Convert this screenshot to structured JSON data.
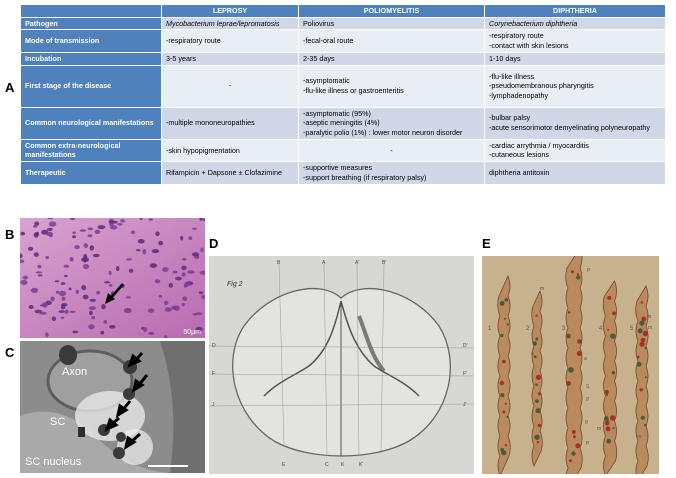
{
  "panel_letters": {
    "a": "A",
    "b": "B",
    "c": "C",
    "d": "D",
    "e": "E"
  },
  "table": {
    "headers": [
      "",
      "LEPROSY",
      "POLIOMYELITIS",
      "DIPHTHERIA"
    ],
    "rows": [
      {
        "label": "Pathogen",
        "cells": [
          [
            "Mycobacterium leprae/lepromatosis"
          ],
          [
            "Poliovirus"
          ],
          [
            "Corynebacterium diphtheria"
          ]
        ]
      },
      {
        "label": "Mode of transmission",
        "cells": [
          [
            "-respiratory route"
          ],
          [
            "-fecal-oral route"
          ],
          [
            "-respiratory route",
            "-contact with skin lesions"
          ]
        ]
      },
      {
        "label": "Incubation",
        "cells": [
          [
            "3-5 years"
          ],
          [
            "2-35 days"
          ],
          [
            "1-10 days"
          ]
        ]
      },
      {
        "label": "First stage of the disease",
        "cells": [
          [
            "-"
          ],
          [
            "-asymptomatic",
            "-flu-like illness or gastroenteritis"
          ],
          [
            "-flu-like illness",
            "-pseudomembranous pharyngitis",
            "-lymphadenopathy"
          ]
        ]
      },
      {
        "label": "Common neurological manifestations",
        "cells": [
          [
            "-multiple mononeuropathies"
          ],
          [
            "-asymptomatic (95%)",
            "-aseptic meningitis (4%)",
            "-paralytic polio (1%) : lower motor neuron disorder"
          ],
          [
            "-bulbar palsy",
            "-acute sensorimotor demyelinating polyneuropathy"
          ]
        ]
      },
      {
        "label": "Common extra-neurological manifestations",
        "cells": [
          [
            "-skin hypopigmentation"
          ],
          [
            "-"
          ],
          [
            "-cardiac arrythmia / myocarditis",
            "-cutaneous lesions"
          ]
        ]
      },
      {
        "label": "Therapeutic",
        "cells": [
          [
            "Rifampicin + Dapsone ± Clofazimine"
          ],
          [
            "-supportive measures",
            "-support breathing (if respiratory palsy)"
          ],
          [
            "diphtheria antitoxin"
          ]
        ]
      }
    ]
  },
  "panelB": {
    "scale_text": "50µm"
  },
  "panelC": {
    "axon_label": "Axon",
    "sc_label": "SC",
    "sc_nucleus_label": "SC nucleus"
  },
  "panelD": {
    "fig_label": "Fig 2",
    "letters": [
      "B",
      "A",
      "A'",
      "B'",
      "D",
      "F",
      "J",
      "D'",
      "F'",
      "J'",
      "E",
      "C",
      "K",
      "K'"
    ]
  },
  "panelE": {
    "numbers": [
      "1",
      "2",
      "3",
      "4",
      "5"
    ],
    "letters": [
      "m",
      "a",
      "P",
      "m",
      "m",
      "m",
      "a",
      "S",
      "g",
      "g",
      "P",
      "m"
    ]
  },
  "colors": {
    "header_blue": "#4f81bd",
    "row_dark": "#d0d8e8",
    "row_light": "#e9edf4"
  }
}
